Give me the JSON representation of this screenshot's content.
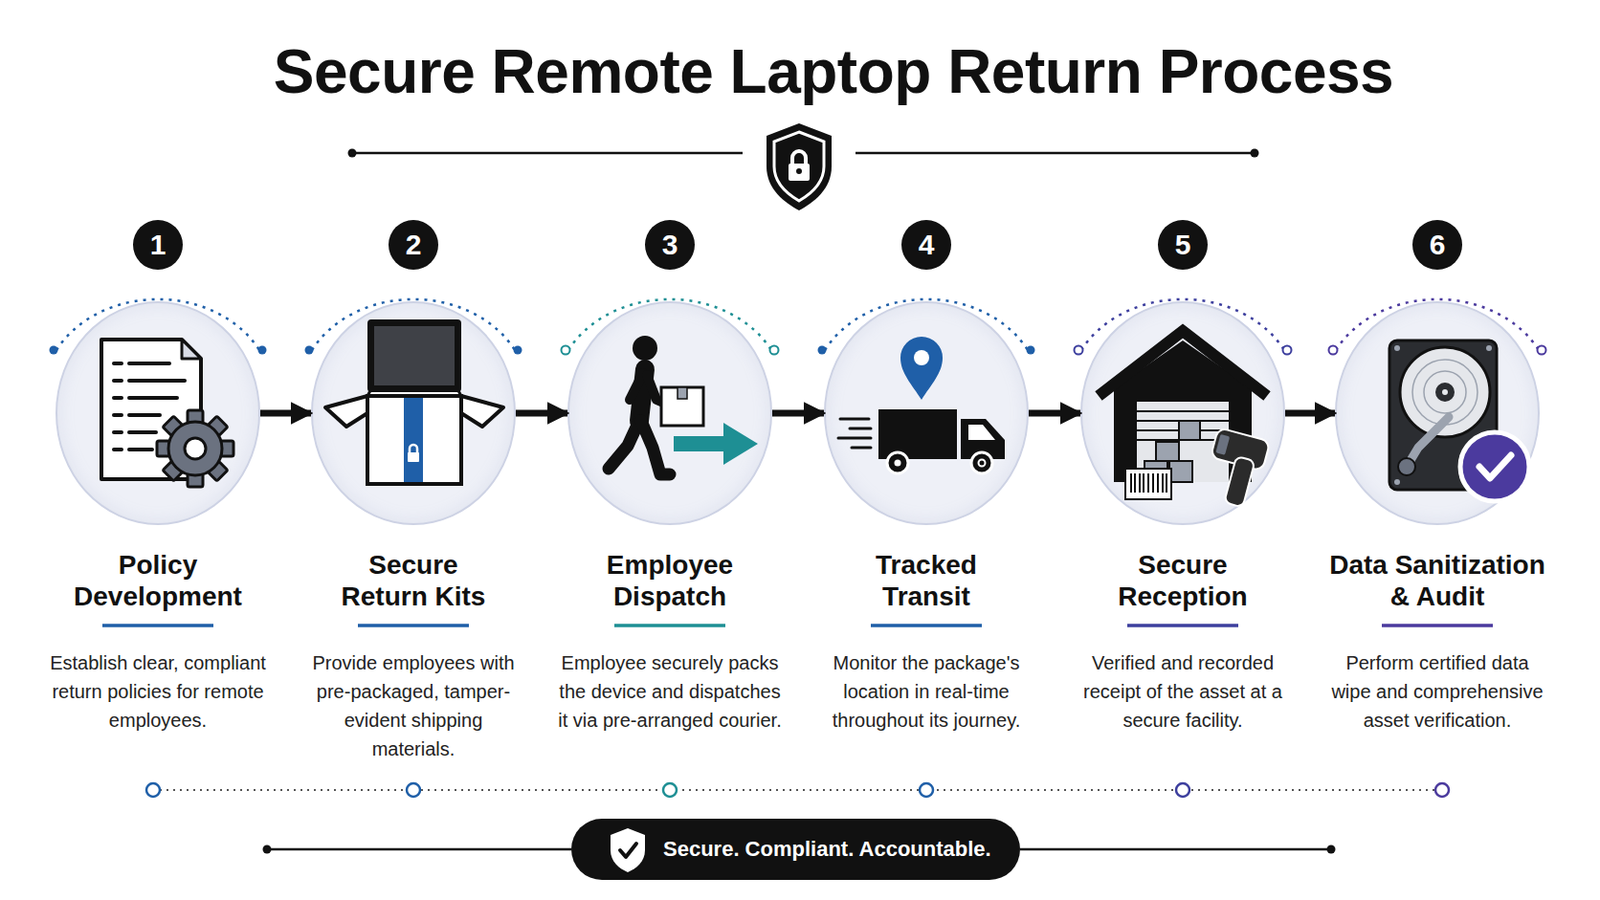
{
  "diagram": {
    "title": "Secure Remote Laptop Return Process",
    "nodes": [
      {
        "text": [
          "1"
        ]
      },
      {
        "text": [
          "Policy Development",
          "Establish clear, compliant return policies for remote employees."
        ]
      },
      {
        "text": [
          "2"
        ]
      },
      {
        "text": [
          "Secure Return Kits",
          "Provide employees with pre-packaged, tamper-evident shipping materials."
        ]
      },
      {
        "text": [
          "3"
        ]
      },
      {
        "text": [
          "Employee Dispatch",
          "Employee securely packs the device and dispatches it via pre-arranged courier."
        ]
      },
      {
        "text": [
          "4"
        ]
      },
      {
        "text": [
          "Tracked Transit",
          "Monitor the package's location in real-time throughout its journey."
        ]
      },
      {
        "text": [
          "5"
        ]
      },
      {
        "text": [
          "Secure Reception",
          "Verified and recorded receipt of the asset at a secure facility."
        ]
      },
      {
        "text": [
          "6"
        ]
      },
      {
        "text": [
          "Data Sanitization & Audit",
          "Perform certified data wipe and comprehensive asset verification."
        ]
      },
      {
        "text": [
          "Secure. Compliant. Accountable."
        ]
      }
    ],
    "edges": [
      {
        "from": 1,
        "to": 3,
        "arrow": "to"
      },
      {
        "from": 3,
        "to": 5,
        "arrow": "to"
      },
      {
        "from": 5,
        "to": 7,
        "arrow": "to"
      },
      {
        "from": 7,
        "to": 9,
        "arrow": "to"
      },
      {
        "from": 9,
        "to": 11,
        "arrow": "to"
      }
    ]
  }
}
